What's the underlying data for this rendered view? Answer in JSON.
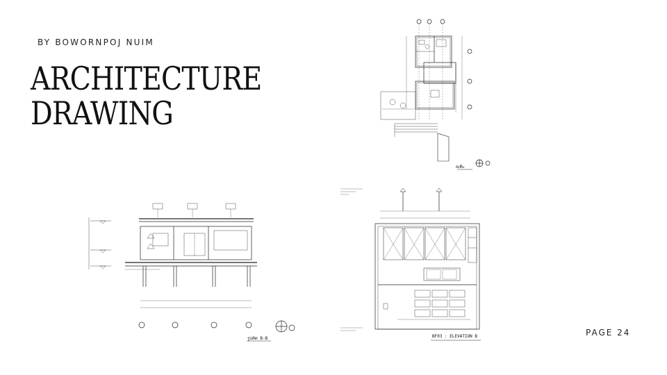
{
  "header": {
    "byline": "BY BOWORNPOJ NUIM",
    "title_line1": "ARCHITECTURE",
    "title_line2": "DRAWING"
  },
  "footer": {
    "page_label": "PAGE 24"
  },
  "drawings": {
    "elevation": {
      "caption": "BF03 : ELEVATION B"
    },
    "section": {
      "caption": "รูปตัด B-B"
    },
    "plan": {
      "caption": "ผังพื้น"
    }
  },
  "colors": {
    "line": "#222222",
    "background": "#ffffff"
  }
}
